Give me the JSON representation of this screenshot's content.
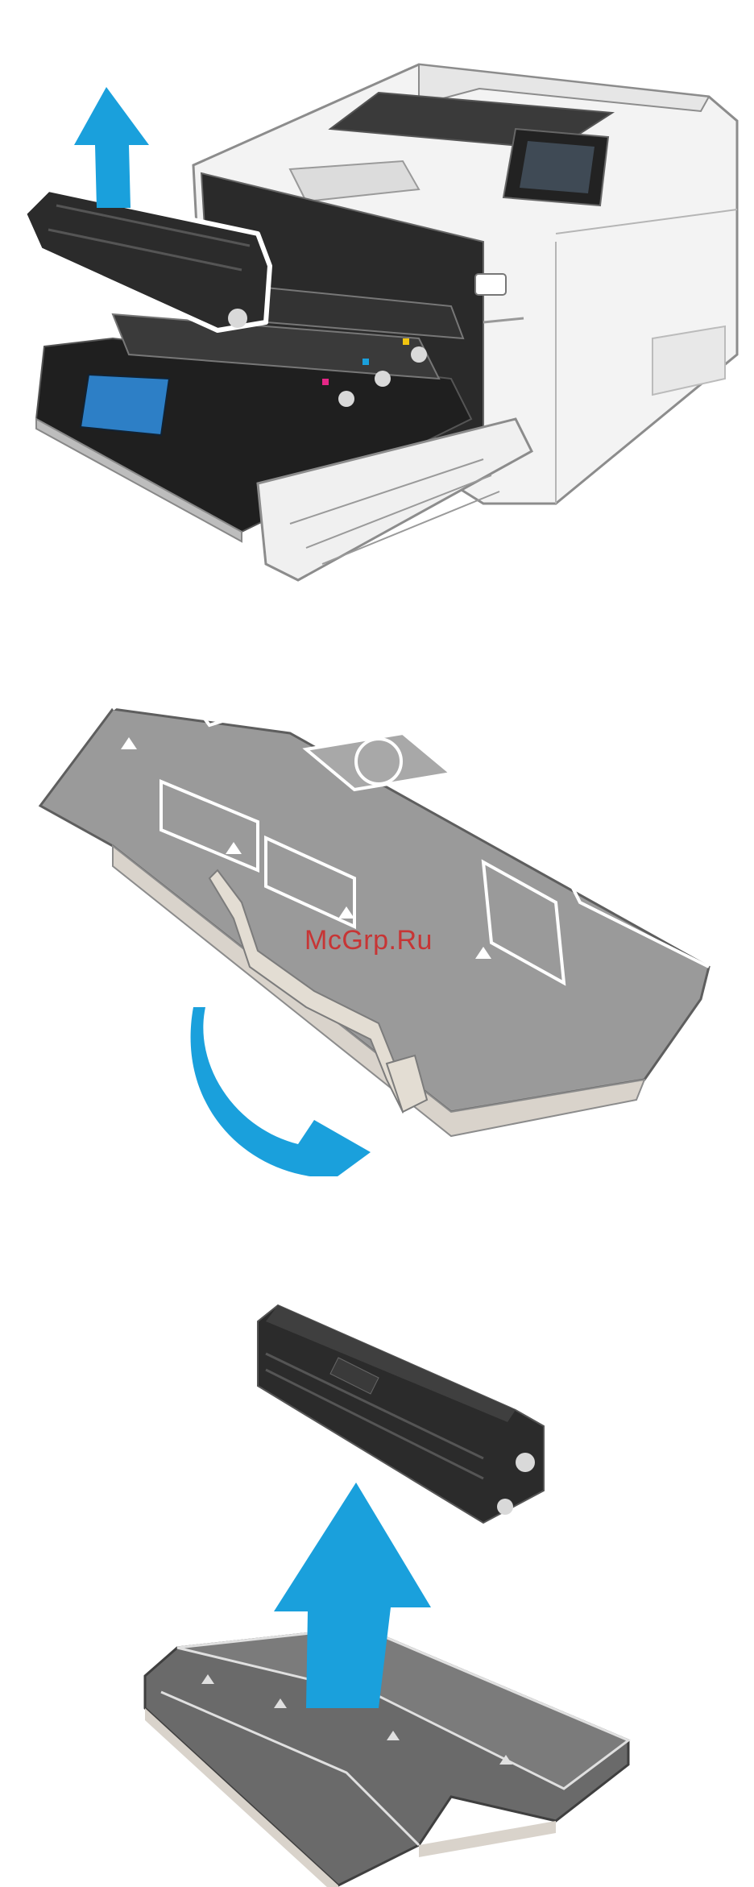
{
  "watermark": {
    "text": "McGrp.Ru"
  },
  "colors": {
    "arrow": "#1aa0dc",
    "printer_body": "#f2f2f2",
    "printer_outline": "#8c8c8c",
    "cartridge": "#2b2b2b",
    "tray": "#9a9a9a",
    "tray_light": "#d9d3cb"
  },
  "steps": [
    {
      "id": "step-remove-cartridge",
      "illustration": "printer-drawer-cartridge-removal",
      "arrow": "arrow-up"
    },
    {
      "id": "step-remove-packing-strip",
      "illustration": "cartridge-in-packaging-pull-strip",
      "arrow": "arrow-curved-right"
    },
    {
      "id": "step-lift-cartridge-from-tray",
      "illustration": "cartridge-lifted-from-packaging",
      "arrow": "arrow-up"
    }
  ]
}
